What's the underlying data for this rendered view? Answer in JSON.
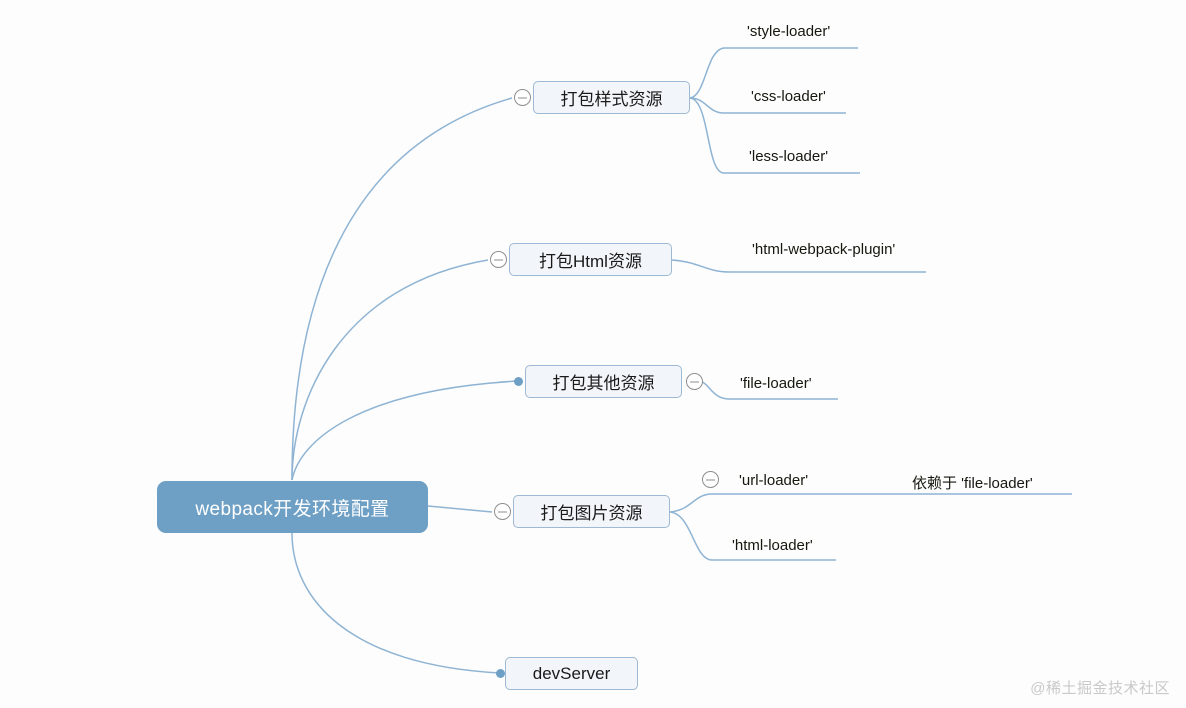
{
  "diagram": {
    "type": "mindmap",
    "background_color": "#fdfdfd",
    "root": {
      "label": "webpack开发环境配置",
      "fill_color": "#6e9fc5",
      "text_color": "#ffffff"
    },
    "branch_style": {
      "fill_color": "#f2f5f9",
      "border_color": "#9db9d4",
      "text_color": "#1a1a1a",
      "connector_color": "#8fb4d3"
    },
    "branches": [
      {
        "label": "打包样式资源",
        "collapse_icon": "minus-circle-icon",
        "children": [
          {
            "label": "'style-loader'"
          },
          {
            "label": "'css-loader'"
          },
          {
            "label": "'less-loader'"
          }
        ]
      },
      {
        "label": "打包Html资源",
        "collapse_icon": "minus-circle-icon",
        "children": [
          {
            "label": "'html-webpack-plugin'"
          }
        ]
      },
      {
        "label": "打包其他资源",
        "collapse_icon": "minus-circle-icon",
        "children": [
          {
            "label": "'file-loader'"
          }
        ]
      },
      {
        "label": "打包图片资源",
        "collapse_icon": "minus-circle-icon",
        "children": [
          {
            "label": "'url-loader'",
            "collapse_icon": "minus-circle-icon",
            "children": [
              {
                "label": "依赖于 'file-loader'"
              }
            ]
          },
          {
            "label": "'html-loader'"
          }
        ]
      },
      {
        "label": "devServer",
        "connector_marker": "dot",
        "children": []
      }
    ]
  },
  "watermark": {
    "text": "@稀土掘金技术社区"
  }
}
